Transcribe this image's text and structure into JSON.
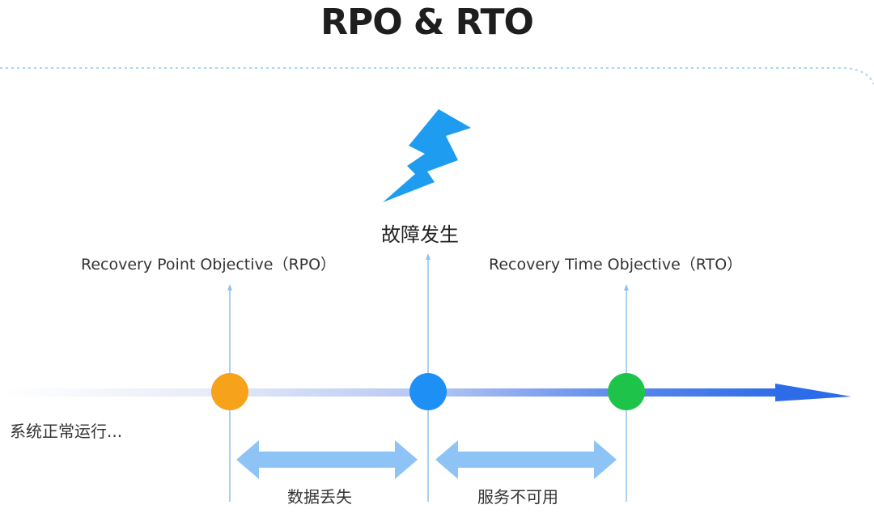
{
  "title": "RPO & RTO",
  "labels": {
    "rpo": "Recovery Point Objective（RPO）",
    "rto": "Recovery Time Objective（RTO）",
    "fault": "故障发生",
    "running": "系统正常运行...",
    "data_loss": "数据丢失",
    "service_unavailable": "服务不可用"
  },
  "colors": {
    "rpo_point": "#f7a21b",
    "fault_point": "#1e90f5",
    "rto_point": "#1ec34a",
    "arrow": "#8ec3f5",
    "lightning": "#1e9cf0"
  },
  "icons": {
    "fault": "lightning-icon"
  }
}
